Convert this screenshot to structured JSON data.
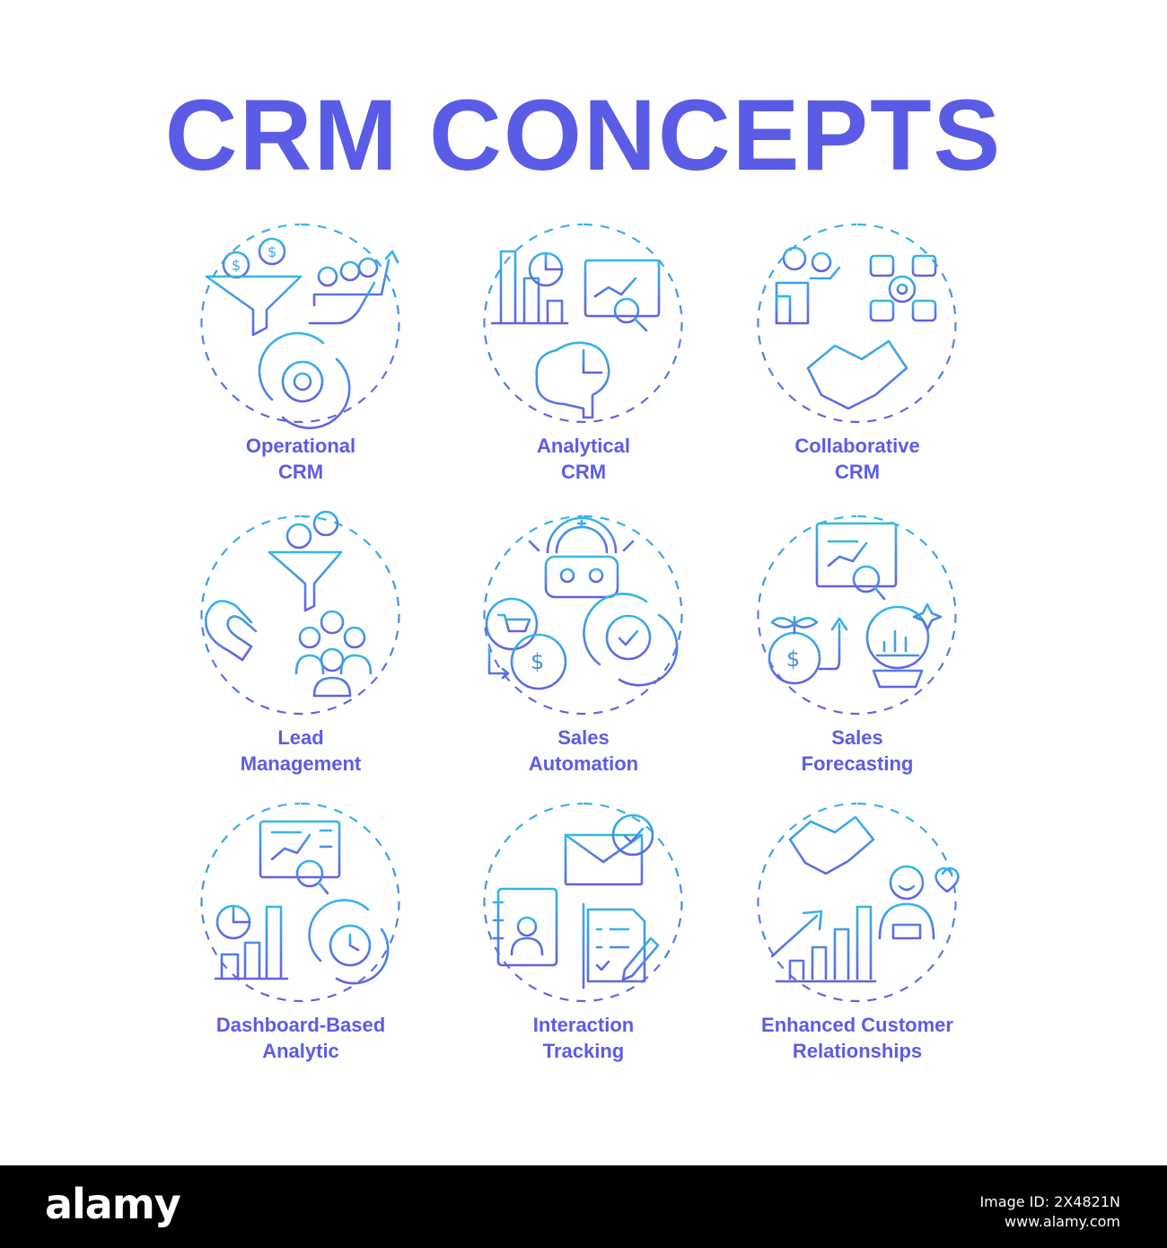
{
  "title": "CRM CONCEPTS",
  "colors": {
    "primary": "#5b5ce6",
    "gradient_start": "#33b7e8",
    "gradient_end": "#6262e2"
  },
  "concepts": [
    {
      "line1": "Operational",
      "line2": "CRM",
      "icon": "funnel-team-gear-icon"
    },
    {
      "line1": "Analytical",
      "line2": "CRM",
      "icon": "charts-brain-icon"
    },
    {
      "line1": "Collaborative",
      "line2": "CRM",
      "icon": "team-handshake-icon"
    },
    {
      "line1": "Lead",
      "line2": "Management",
      "icon": "magnet-funnel-people-icon"
    },
    {
      "line1": "Sales",
      "line2": "Automation",
      "icon": "robot-cart-dollar-icon"
    },
    {
      "line1": "Sales",
      "line2": "Forecasting",
      "icon": "crystal-ball-chart-icon"
    },
    {
      "line1": "Dashboard-Based",
      "line2": "Analytic",
      "icon": "dashboard-chart-gear-icon"
    },
    {
      "line1": "Interaction",
      "line2": "Tracking",
      "icon": "envelope-contacts-checklist-icon"
    },
    {
      "line1": "Enhanced Customer",
      "line2": "Relationships",
      "icon": "handshake-growth-heart-icon"
    }
  ],
  "footer": {
    "brand": "alamy",
    "stock_caption": "Image ID: 2X4821N",
    "stock_url": "www.alamy.com"
  }
}
